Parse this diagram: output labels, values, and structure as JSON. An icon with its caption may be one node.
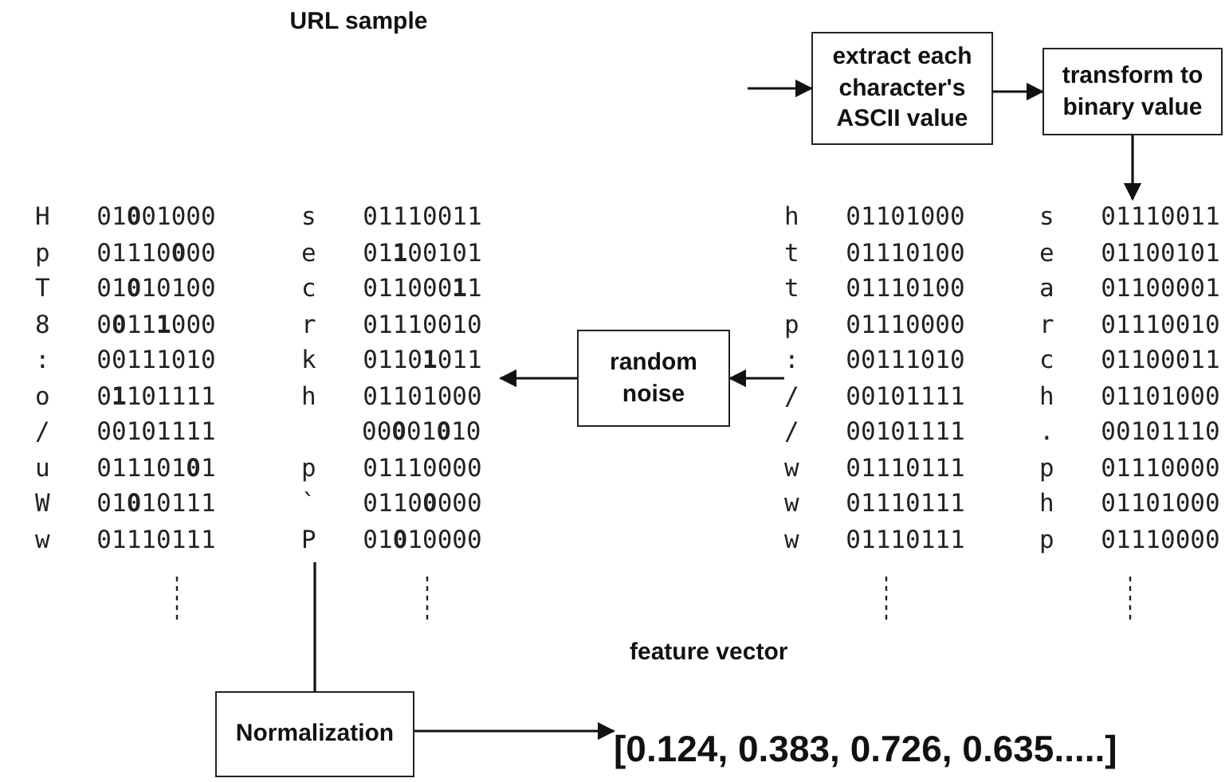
{
  "diagram": {
    "nodes": [
      {
        "text": [
          "extract each character's ASCII value"
        ]
      },
      {
        "text": [
          "transform to binary value"
        ]
      },
      {
        "text": [
          "H 01**0**01000",
          "p 01110**0**00",
          "T 01**0**10100",
          "8 0**0**11**1**000",
          ": 00111010",
          "o 0**1**101111",
          "/ 00101111",
          "u 011101**0**1",
          "W 01**0**10111",
          "w 01110111",
          "s 01110011",
          "e 01**1**00101",
          "c 011000**1**1",
          "r 01110010",
          "k 0110**1**011",
          "h 01101000",
          "00**0**01**0**10",
          "p 01110000",
          "` 0110**0**000",
          "P 01**0**10000"
        ]
      },
      {
        "text": [
          "random noise"
        ]
      },
      {
        "text": [
          "h 01101000",
          "t 01110100",
          "t 01110100",
          "p 01110000",
          ": 00111010",
          "/ 00101111",
          "/ 00101111",
          "w 01110111",
          "w 01110111",
          "w 01110111",
          "s 01110011",
          "e 01100101",
          "a 01100001",
          "r 01110010",
          "c 01100011",
          "h 01101000",
          ". 00101110",
          "p 01110000",
          "h 01101000",
          "p 01110000"
        ]
      },
      {
        "text": [
          "Normalization"
        ]
      },
      {
        "text": [
          "feature vector",
          "[0.124, 0.383, 0.726, 0.635.....]"
        ]
      }
    ],
    "edges": [
      {
        "from": null,
        "to": 0,
        "arrow": "to"
      },
      {
        "from": 0,
        "to": 1,
        "arrow": "to"
      },
      {
        "from": 1,
        "to": 4,
        "arrow": "to"
      },
      {
        "from": 4,
        "to": 3,
        "arrow": "to"
      },
      {
        "from": 3,
        "to": 2,
        "arrow": "to"
      },
      {
        "from": 2,
        "to": 5,
        "arrow": "none"
      },
      {
        "from": 5,
        "to": 6,
        "arrow": "to"
      }
    ],
    "labels": [
      "URL sample"
    ]
  }
}
